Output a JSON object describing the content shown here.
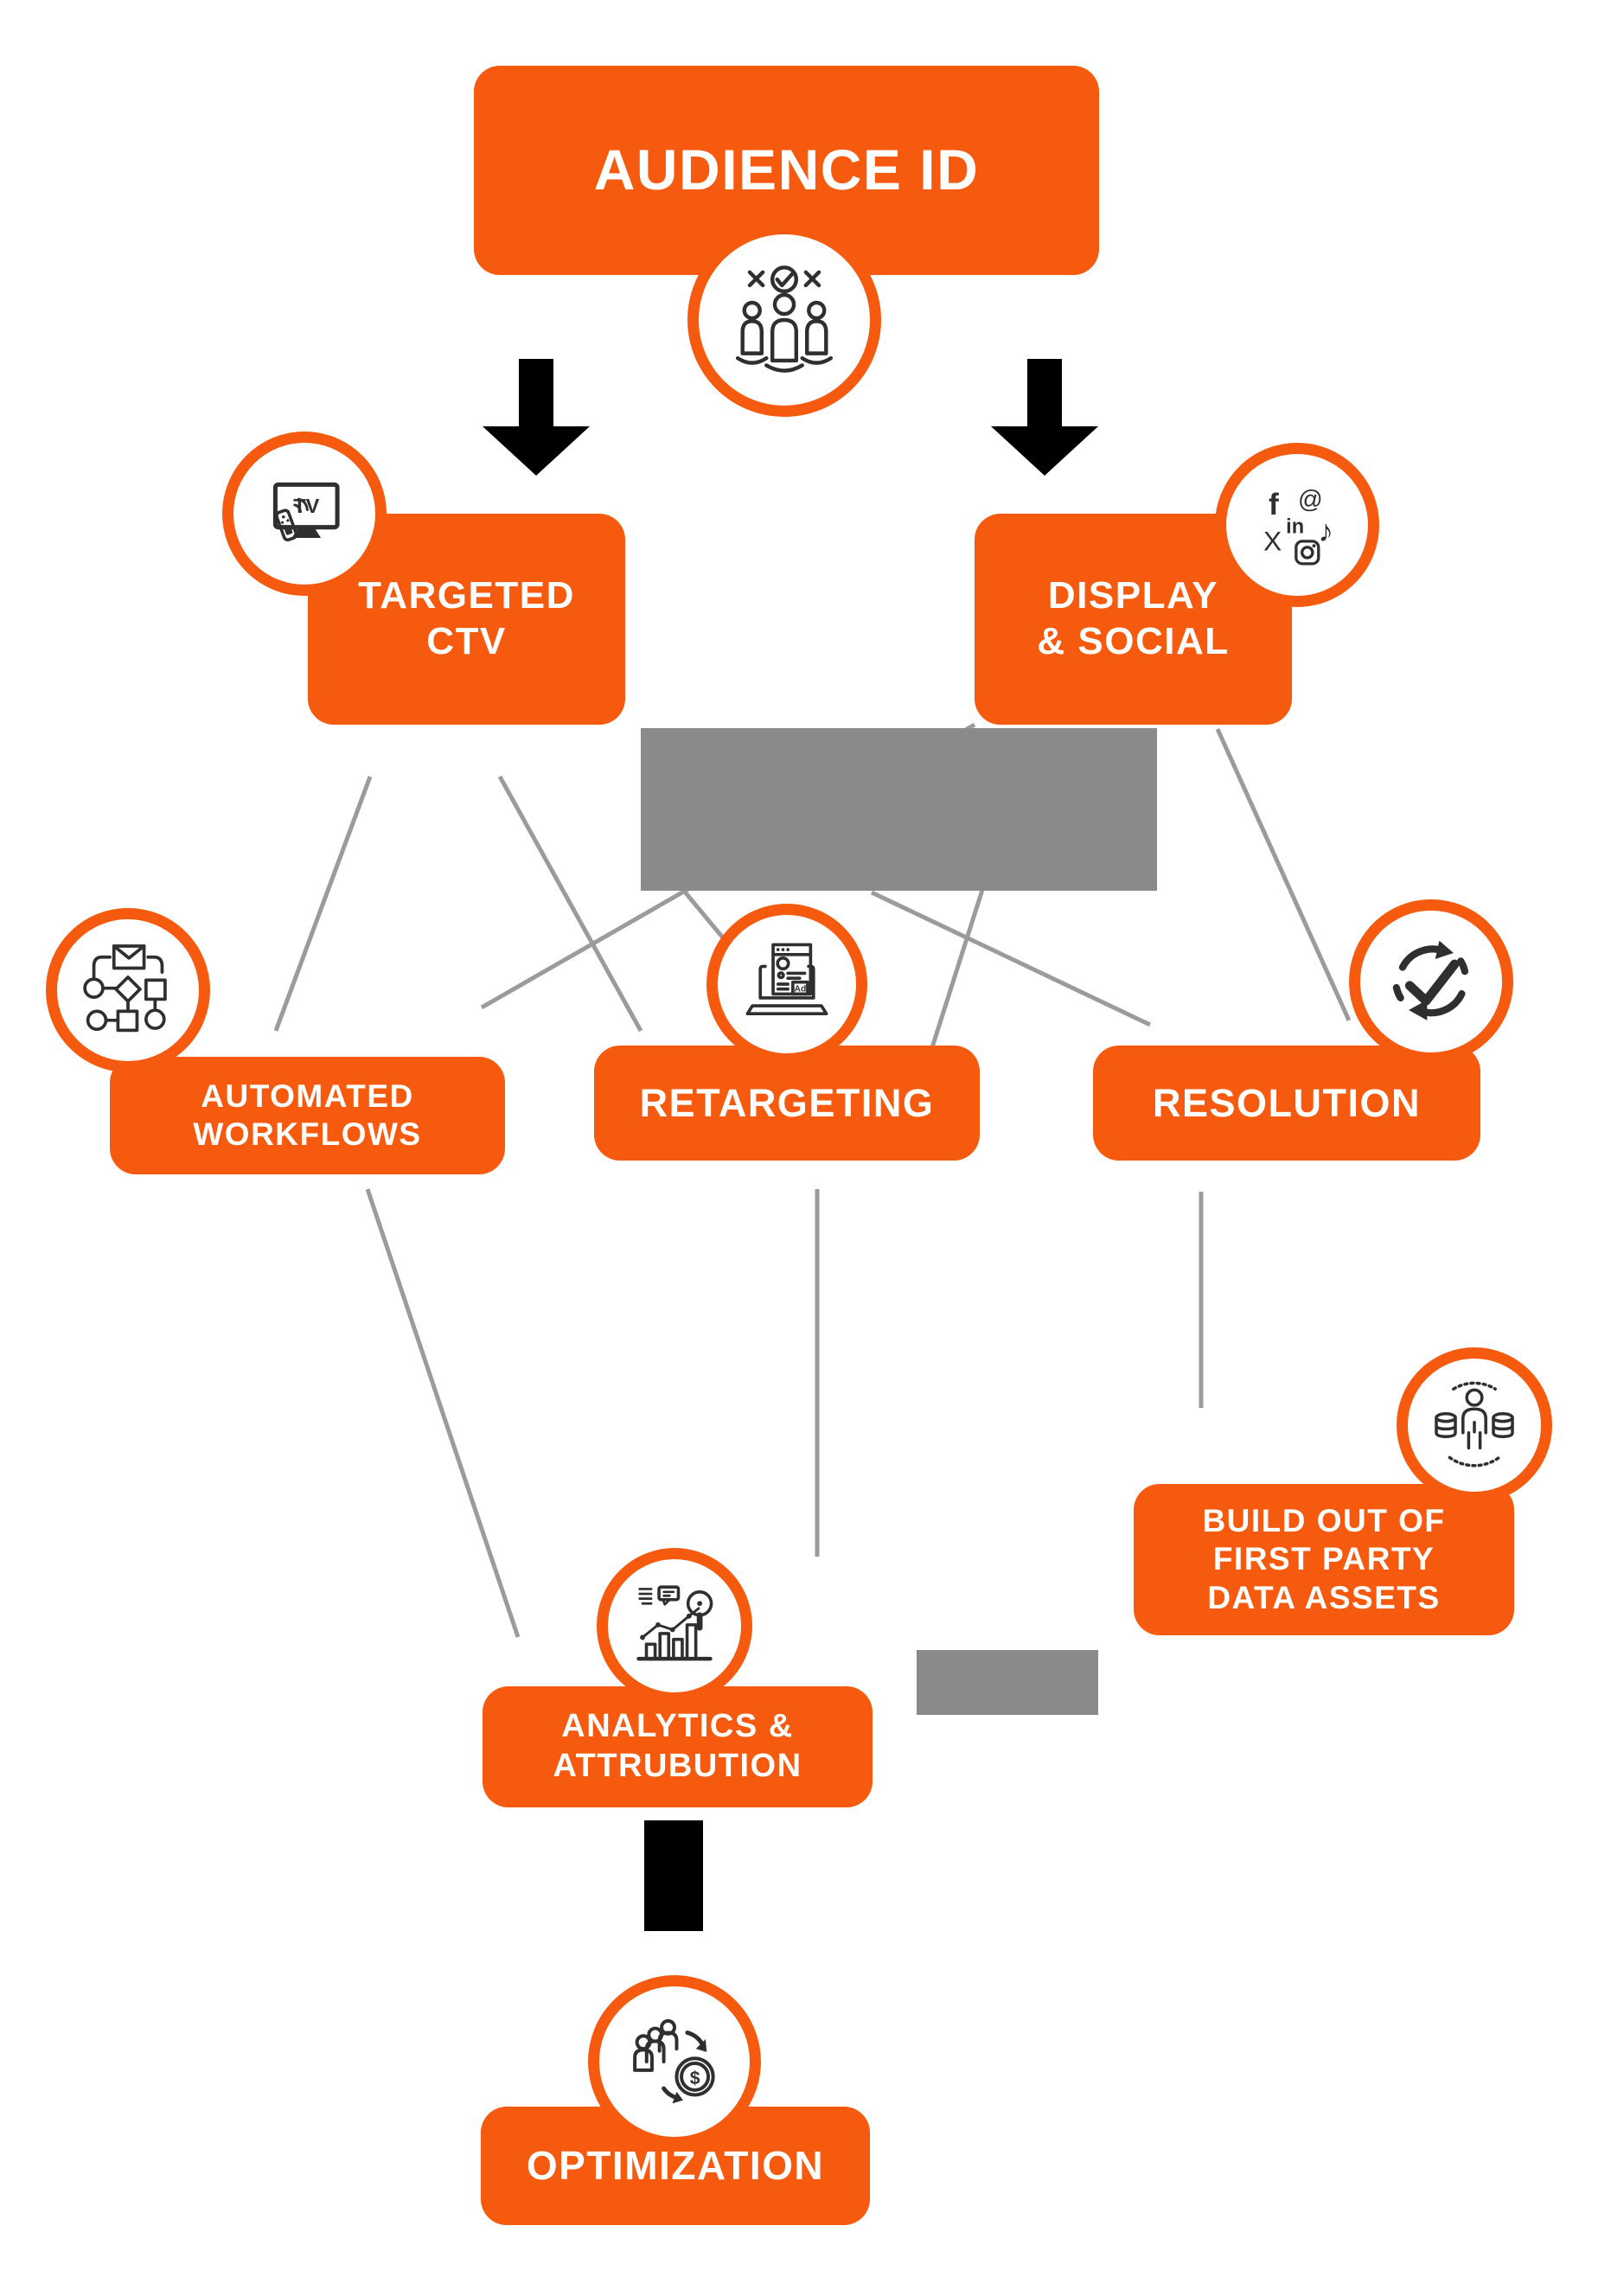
{
  "title": "Audience ID marketing flow diagram",
  "colors": {
    "accent_orange": "#F65A0E",
    "redacted_gray": "#8A8A8A",
    "connector_gray": "#9B9B9B",
    "arrow_black": "#000000",
    "icon_stroke": "#2F2F2F",
    "text_white": "#FFFFFF"
  },
  "nodes": {
    "audience_id": {
      "lines": [
        "AUDIENCE ID"
      ],
      "icon": "audience-people-icon"
    },
    "targeted_ctv": {
      "lines": [
        "TARGETED",
        "CTV"
      ],
      "icon": "tv-remote-icon"
    },
    "display_social": {
      "lines": [
        "DISPLAY",
        "& SOCIAL"
      ],
      "icon": "social-networks-icon"
    },
    "automated_workflows": {
      "lines": [
        "AUTOMATED",
        "WORKFLOWS"
      ],
      "icon": "workflow-icon"
    },
    "retargeting": {
      "lines": [
        "RETARGETING"
      ],
      "icon": "laptop-ad-icon"
    },
    "resolution": {
      "lines": [
        "RESOLUTION"
      ],
      "icon": "sync-check-icon"
    },
    "first_party": {
      "lines": [
        "BUILD OUT OF",
        "FIRST PARTY",
        "DATA ASSETS"
      ],
      "icon": "person-data-icon"
    },
    "analytics": {
      "lines": [
        "ANALYTICS &",
        "ATTRUBUTION"
      ],
      "icon": "chart-magnifier-icon"
    },
    "optimization": {
      "lines": [
        "OPTIMIZATION"
      ],
      "icon": "people-dollar-cycle-icon"
    }
  },
  "icon_labels": {
    "tv": "TV",
    "ad": "Ad",
    "dollar": "$",
    "facebook": "f",
    "threads": "@",
    "x_social": "X",
    "linkedin": "in",
    "tiktok": "♪"
  }
}
